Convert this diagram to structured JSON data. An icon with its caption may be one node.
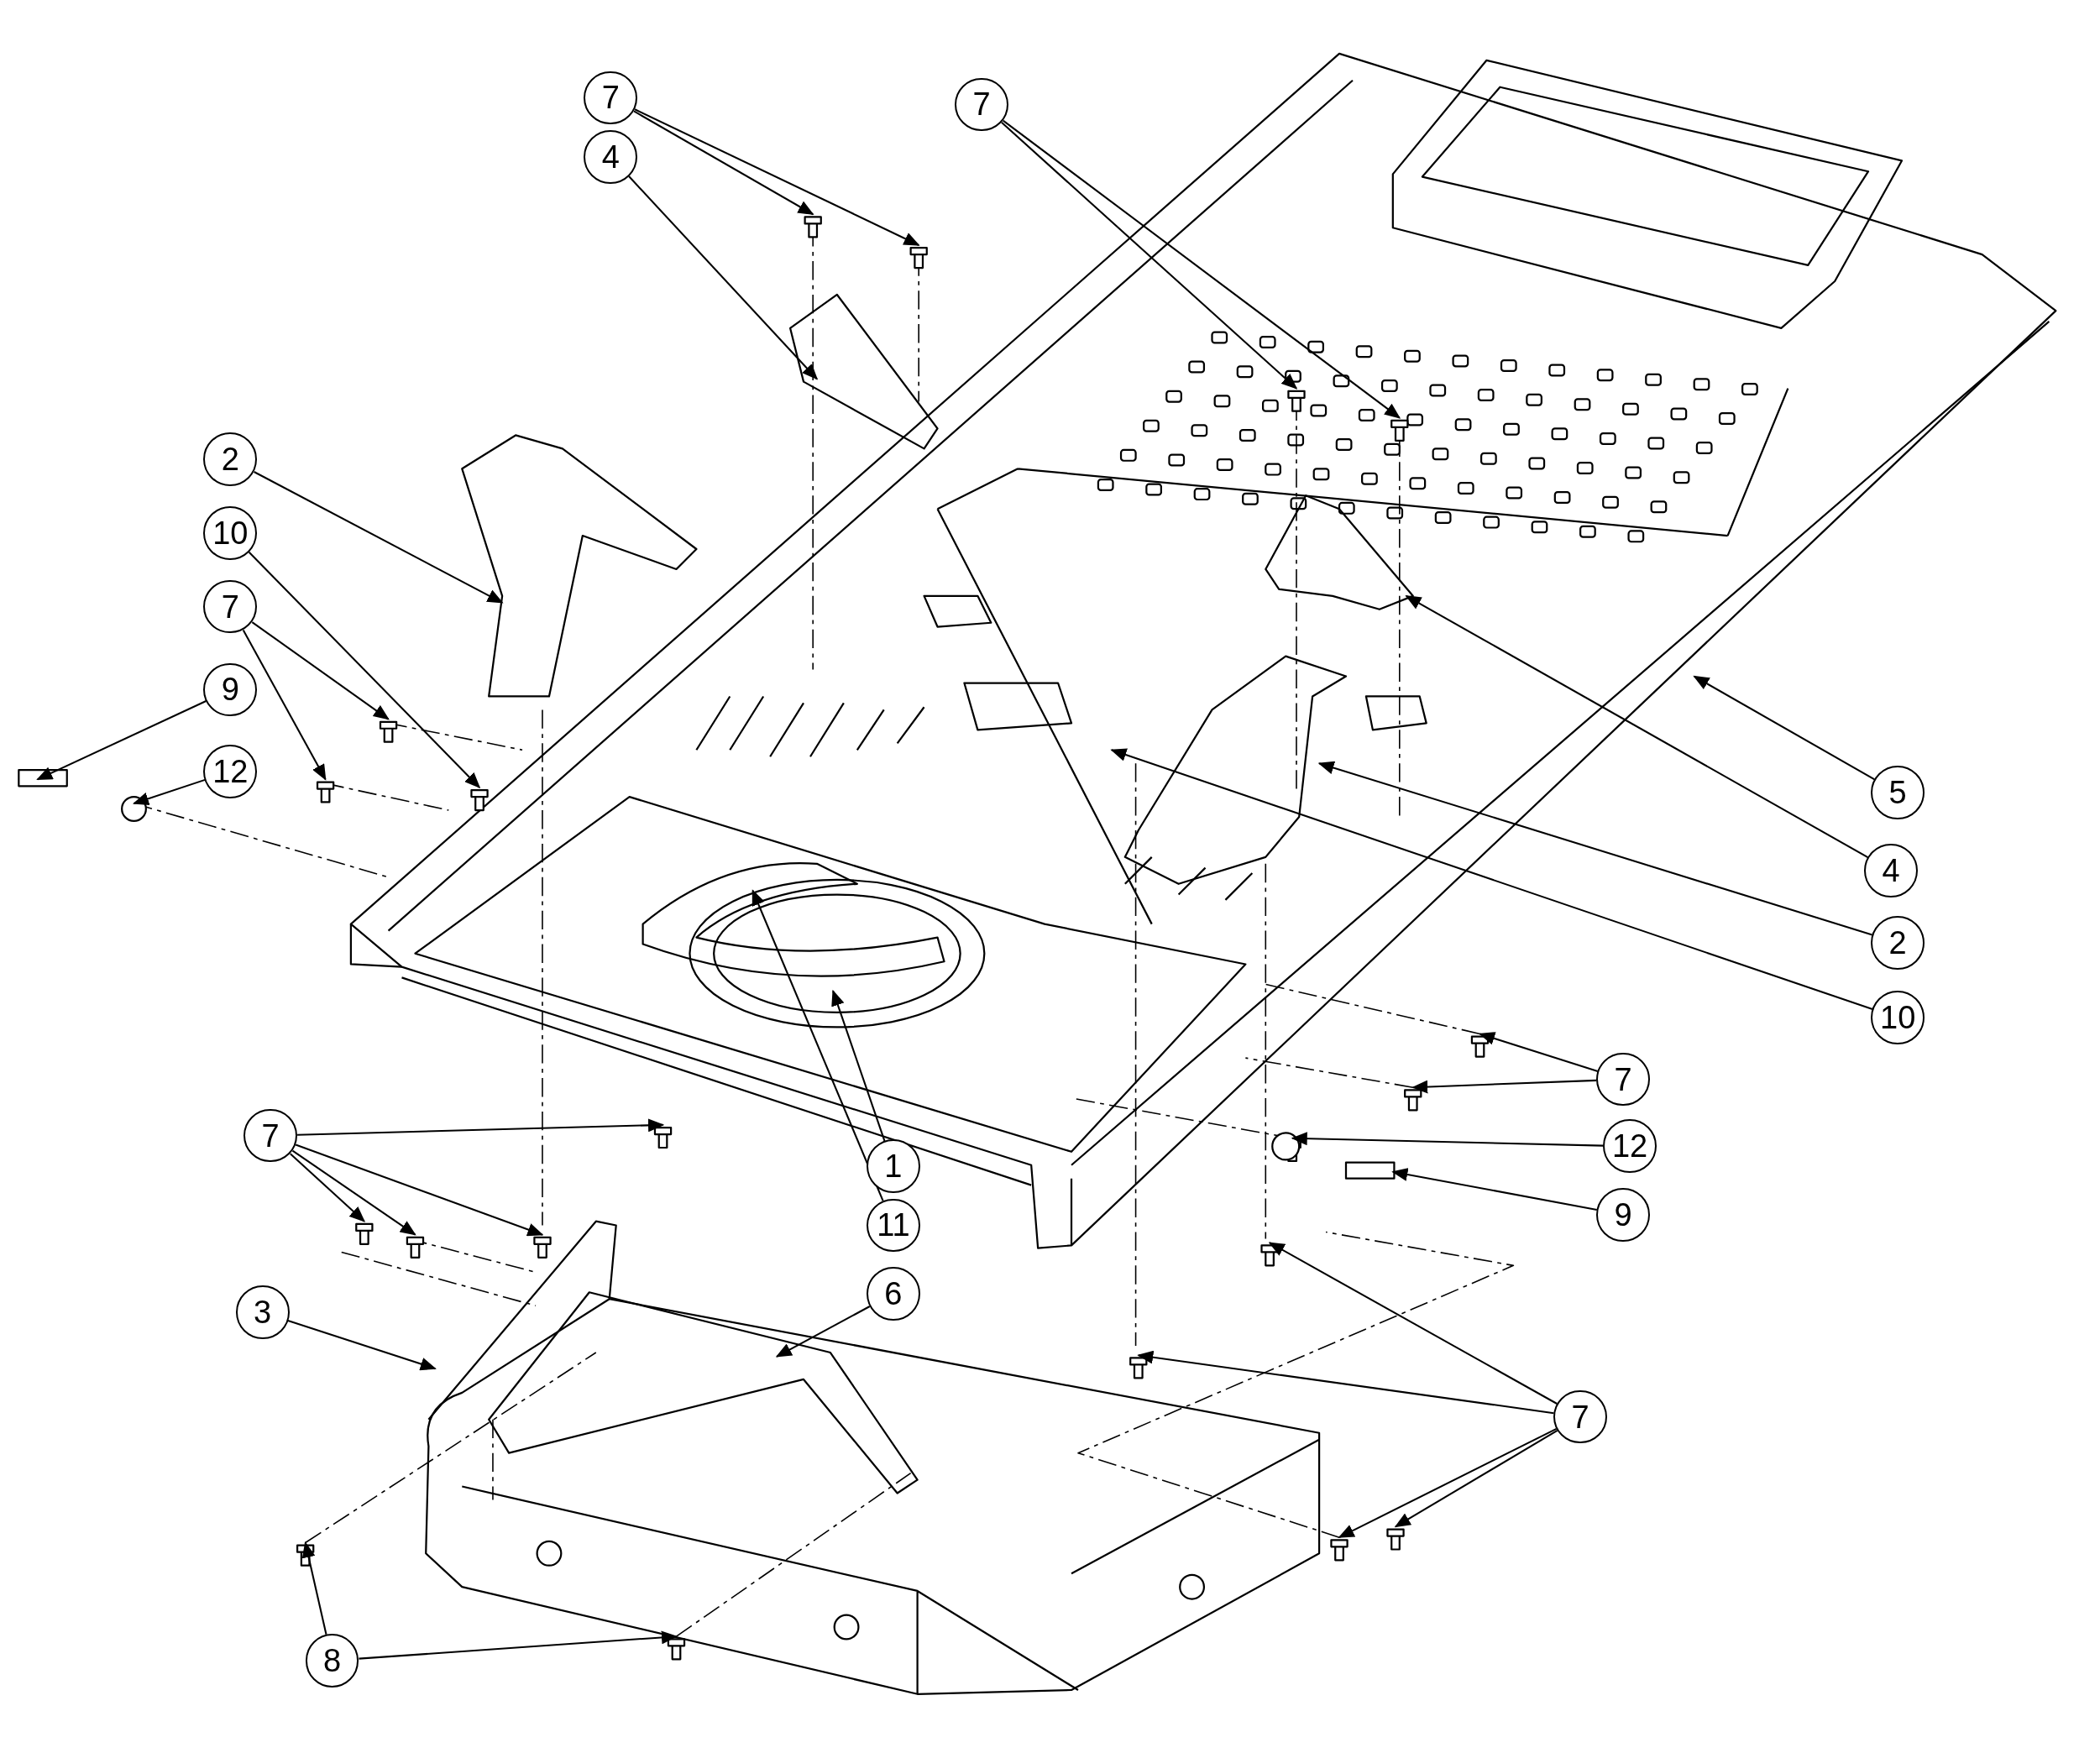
{
  "diagram": {
    "nodes": [
      {
        "text": [
          "7"
        ]
      },
      {
        "text": [
          "4"
        ]
      },
      {
        "text": [
          "7"
        ]
      },
      {
        "text": [
          "2"
        ]
      },
      {
        "text": [
          "10"
        ]
      },
      {
        "text": [
          "7"
        ]
      },
      {
        "text": [
          "9"
        ]
      },
      {
        "text": [
          "12"
        ]
      },
      {
        "text": [
          "5"
        ]
      },
      {
        "text": [
          "4"
        ]
      },
      {
        "text": [
          "2"
        ]
      },
      {
        "text": [
          "10"
        ]
      },
      {
        "text": [
          "7"
        ]
      },
      {
        "text": [
          "12"
        ]
      },
      {
        "text": [
          "9"
        ]
      },
      {
        "text": [
          "1"
        ]
      },
      {
        "text": [
          "11"
        ]
      },
      {
        "text": [
          "7"
        ]
      },
      {
        "text": [
          "3"
        ]
      },
      {
        "text": [
          "6"
        ]
      },
      {
        "text": [
          "7"
        ]
      },
      {
        "text": [
          "8"
        ]
      }
    ],
    "edges": [
      {
        "from": 0,
        "to": null,
        "arrow": "to"
      },
      {
        "from": 0,
        "to": null,
        "arrow": "to"
      },
      {
        "from": 1,
        "to": null,
        "arrow": "to"
      },
      {
        "from": 2,
        "to": null,
        "arrow": "to"
      },
      {
        "from": 2,
        "to": null,
        "arrow": "to"
      },
      {
        "from": 3,
        "to": null,
        "arrow": "to"
      },
      {
        "from": 4,
        "to": null,
        "arrow": "to"
      },
      {
        "from": 5,
        "to": null,
        "arrow": "to"
      },
      {
        "from": 5,
        "to": null,
        "arrow": "to"
      },
      {
        "from": 6,
        "to": null,
        "arrow": "to"
      },
      {
        "from": 7,
        "to": null,
        "arrow": "to"
      },
      {
        "from": 8,
        "to": null,
        "arrow": "to"
      },
      {
        "from": 9,
        "to": null,
        "arrow": "to"
      },
      {
        "from": 10,
        "to": null,
        "arrow": "to"
      },
      {
        "from": 11,
        "to": null,
        "arrow": "to"
      },
      {
        "from": 12,
        "to": null,
        "arrow": "to"
      },
      {
        "from": 12,
        "to": null,
        "arrow": "to"
      },
      {
        "from": 13,
        "to": null,
        "arrow": "to"
      },
      {
        "from": 14,
        "to": null,
        "arrow": "to"
      },
      {
        "from": 15,
        "to": null,
        "arrow": "to"
      },
      {
        "from": 16,
        "to": null,
        "arrow": "to"
      },
      {
        "from": 17,
        "to": null,
        "arrow": "to"
      },
      {
        "from": 17,
        "to": null,
        "arrow": "to"
      },
      {
        "from": 17,
        "to": null,
        "arrow": "to"
      },
      {
        "from": 17,
        "to": null,
        "arrow": "to"
      },
      {
        "from": 18,
        "to": null,
        "arrow": "to"
      },
      {
        "from": 19,
        "to": null,
        "arrow": "to"
      },
      {
        "from": 20,
        "to": null,
        "arrow": "to"
      },
      {
        "from": 20,
        "to": null,
        "arrow": "to"
      },
      {
        "from": 20,
        "to": null,
        "arrow": "to"
      },
      {
        "from": 20,
        "to": null,
        "arrow": "to"
      },
      {
        "from": 21,
        "to": null,
        "arrow": "to"
      },
      {
        "from": 21,
        "to": null,
        "arrow": "to"
      }
    ]
  }
}
